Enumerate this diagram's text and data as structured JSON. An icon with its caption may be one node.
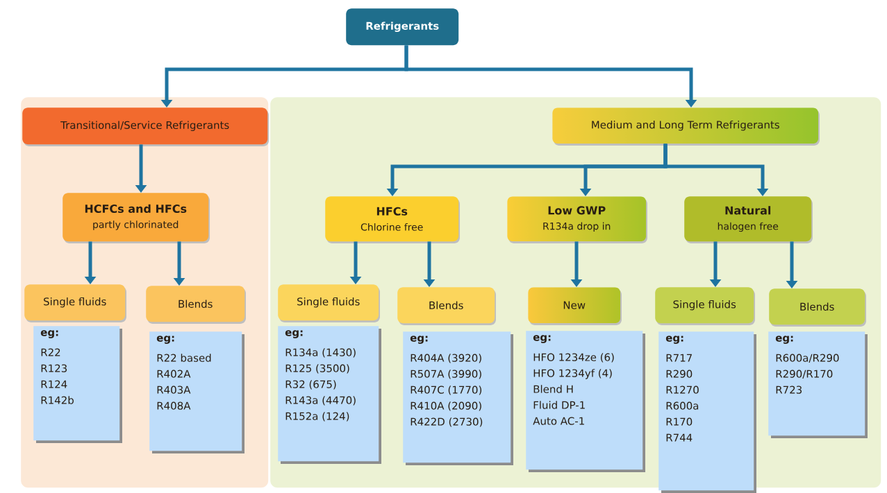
{
  "diagram": {
    "nodes": [
      {
        "text": [
          "Refrigerants"
        ]
      },
      {
        "text": [],
        "shape": "box"
      },
      {
        "text": [
          "Transitional/Service Refrigerants"
        ],
        "in": 1
      },
      {
        "text": [
          "HCFCs and HFCs",
          "partly chlorinated"
        ],
        "in": 1
      },
      {
        "text": [
          "Single fluids"
        ],
        "in": 1
      },
      {
        "text": [
          "Blends"
        ],
        "in": 1
      },
      {
        "text": [
          "eg:",
          "R22",
          "R123",
          "R124",
          "R142b"
        ],
        "in": 1
      },
      {
        "text": [
          "eg:",
          "R22 based",
          "R402A",
          "R403A",
          "R408A"
        ],
        "in": 1
      },
      {
        "text": [],
        "shape": "box"
      },
      {
        "text": [
          "Medium and Long Term Refrigerants"
        ],
        "in": 8
      },
      {
        "text": [
          "HFCs",
          "Chlorine free"
        ],
        "in": 8
      },
      {
        "text": [
          "Low GWP",
          "R134a drop in"
        ],
        "in": 8
      },
      {
        "text": [
          "Natural",
          "halogen free"
        ],
        "in": 8
      },
      {
        "text": [
          "Single fluids"
        ],
        "in": 8
      },
      {
        "text": [
          "Blends"
        ],
        "in": 8
      },
      {
        "text": [
          "New"
        ],
        "in": 8
      },
      {
        "text": [
          "Single fluids"
        ],
        "in": 8
      },
      {
        "text": [
          "Blends"
        ],
        "in": 8
      },
      {
        "text": [
          "eg:",
          "R134a (1430)",
          "R125 (3500)",
          "R32 (675)",
          "R143a (4470)",
          "R152a (124)"
        ],
        "in": 8
      },
      {
        "text": [
          "eg:",
          "R404A (3920)",
          "R507A (3990)",
          "R407C (1770)",
          "R410A (2090)",
          "R422D (2730)"
        ],
        "in": 8
      },
      {
        "text": [
          "eg:",
          "HFO 1234ze (6)",
          "HFO 1234yf (4)",
          "Blend H",
          "Fluid  DP-1",
          "Auto AC-1"
        ],
        "in": 8
      },
      {
        "text": [
          "eg:",
          "R717",
          "R290",
          "R1270",
          "R600a",
          "R170",
          "R744"
        ],
        "in": 8
      },
      {
        "text": [
          "eg:",
          "R600a/R290",
          "R290/R170",
          "R723"
        ],
        "in": 8
      }
    ],
    "edges": [
      {
        "from": 0,
        "to": 2,
        "arrow": "to"
      },
      {
        "from": 0,
        "to": 9,
        "arrow": "to"
      },
      {
        "from": 2,
        "to": 3,
        "arrow": "to"
      },
      {
        "from": 3,
        "to": 4,
        "arrow": "to"
      },
      {
        "from": 3,
        "to": 5,
        "arrow": "to"
      },
      {
        "from": 9,
        "to": 10,
        "arrow": "to"
      },
      {
        "from": 9,
        "to": 11,
        "arrow": "to"
      },
      {
        "from": 9,
        "to": 12,
        "arrow": "to"
      },
      {
        "from": 10,
        "to": 13,
        "arrow": "to"
      },
      {
        "from": 10,
        "to": 14,
        "arrow": "to"
      },
      {
        "from": 11,
        "to": 15,
        "arrow": "to"
      },
      {
        "from": 12,
        "to": 16,
        "arrow": "to"
      },
      {
        "from": 12,
        "to": 17,
        "arrow": "to"
      }
    ]
  }
}
